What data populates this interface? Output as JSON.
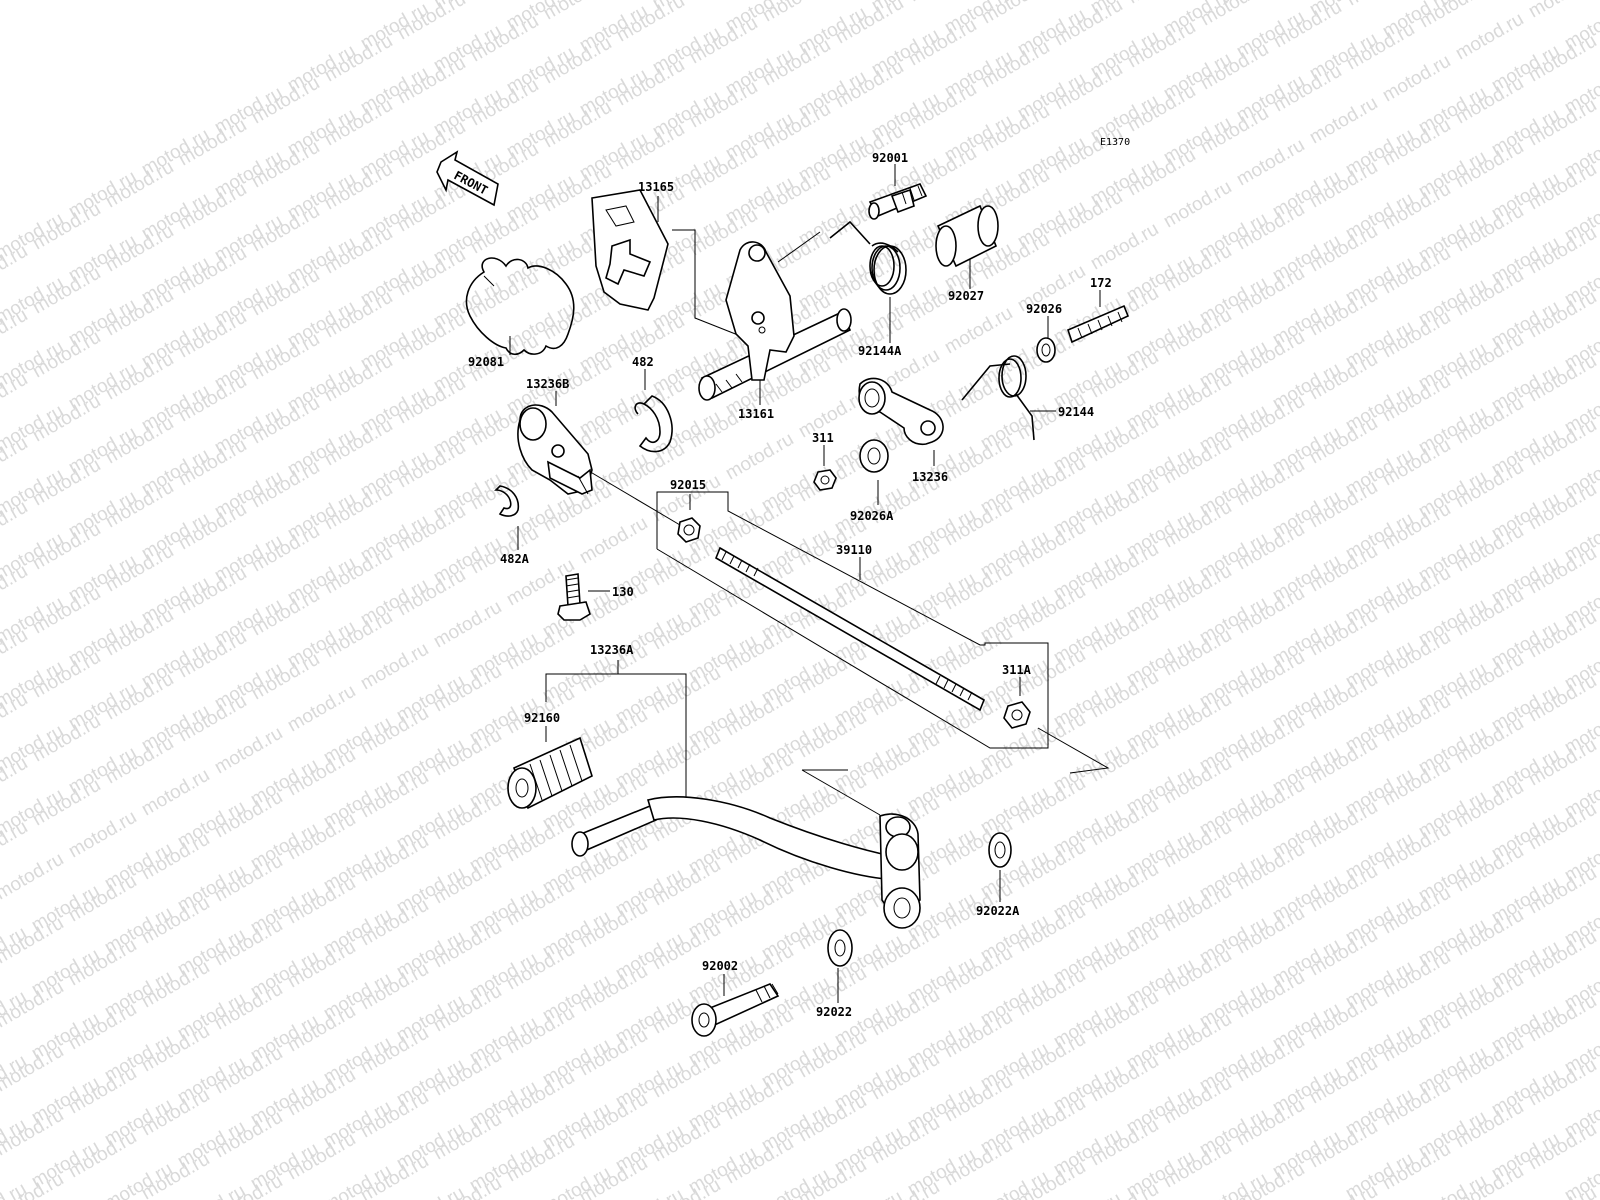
{
  "watermark": "motod.ru",
  "diagram_code": "E1370",
  "front_label": "FRONT",
  "parts": {
    "p13165": "13165",
    "p92001": "92001",
    "p92081": "92081",
    "p92027": "92027",
    "p92144A": "92144A",
    "p172": "172",
    "p92026": "92026",
    "p482": "482",
    "p13236B": "13236B",
    "p13161": "13161",
    "p92144": "92144",
    "p311": "311",
    "p13236": "13236",
    "p92015": "92015",
    "p92026A": "92026A",
    "p482A": "482A",
    "p39110": "39110",
    "p130": "130",
    "p13236A": "13236A",
    "p311A": "311A",
    "p92160": "92160",
    "p92022A": "92022A",
    "p92002": "92002",
    "p92022": "92022"
  }
}
